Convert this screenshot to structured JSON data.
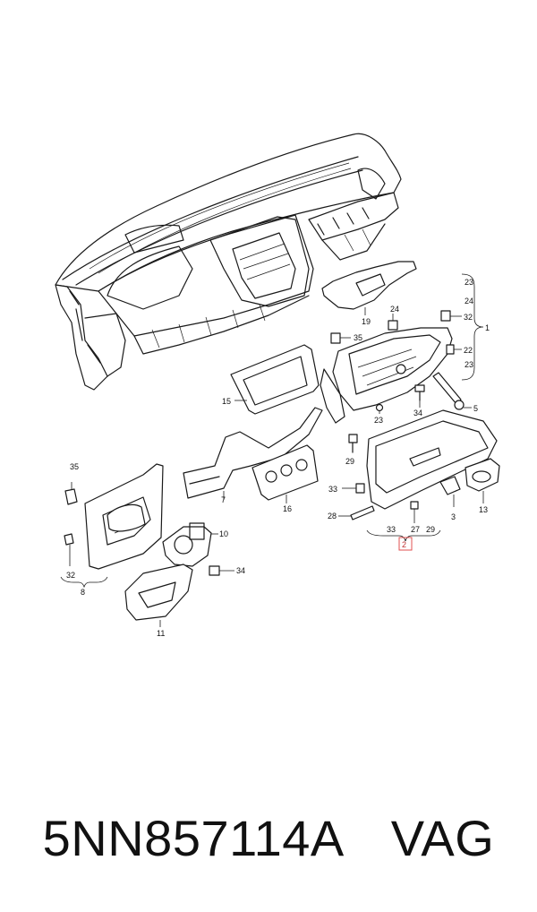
{
  "diagram": {
    "labels": {
      "l1": "1",
      "l2": "2",
      "l3": "3",
      "l5": "5",
      "l7": "7",
      "l8": "8",
      "l10": "10",
      "l11": "11",
      "l13": "13",
      "l15": "15",
      "l16": "16",
      "l19": "19",
      "l22": "22",
      "l23a": "23",
      "l23b": "23",
      "l24a": "24",
      "l24b": "24",
      "l27": "27",
      "l28": "28",
      "l29a": "29",
      "l29b": "29",
      "l32a": "32",
      "l32b": "32",
      "l33a": "33",
      "l33b": "33",
      "l34a": "34",
      "l34b": "34",
      "l35a": "35",
      "l35b": "35"
    },
    "highlight_color": "#e05050"
  },
  "caption": {
    "part_number": "5NN857114A",
    "brand": "VAG"
  }
}
